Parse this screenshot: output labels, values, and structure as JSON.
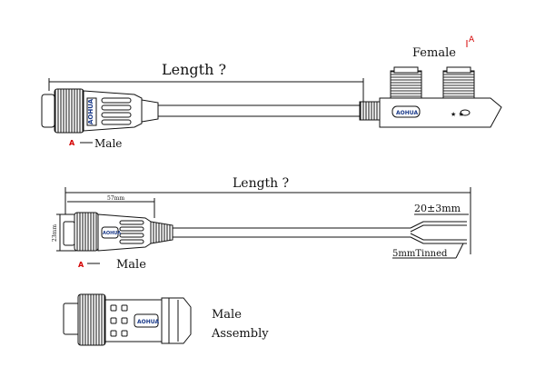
{
  "top": {
    "length_label": "Length ?",
    "female_label": "Female",
    "female_marker": "A",
    "male_marker": "A",
    "male_label": "Male",
    "brand": "AOHUA",
    "tee_mark": "★ ★"
  },
  "middle": {
    "length_label": "Length ?",
    "dim_57": "57mm",
    "dim_23": "23mm",
    "strip_label": "20±3mm",
    "tinned_label": "5mmTinned",
    "male_marker": "A",
    "male_label": "Male",
    "brand": "AOHUA"
  },
  "bottom": {
    "label_line1": "Male",
    "label_line2": "Assembly",
    "brand": "AOHUA"
  },
  "colors": {
    "line": "#111111",
    "marker": "#d40000",
    "logo": "#1a3a8a"
  }
}
